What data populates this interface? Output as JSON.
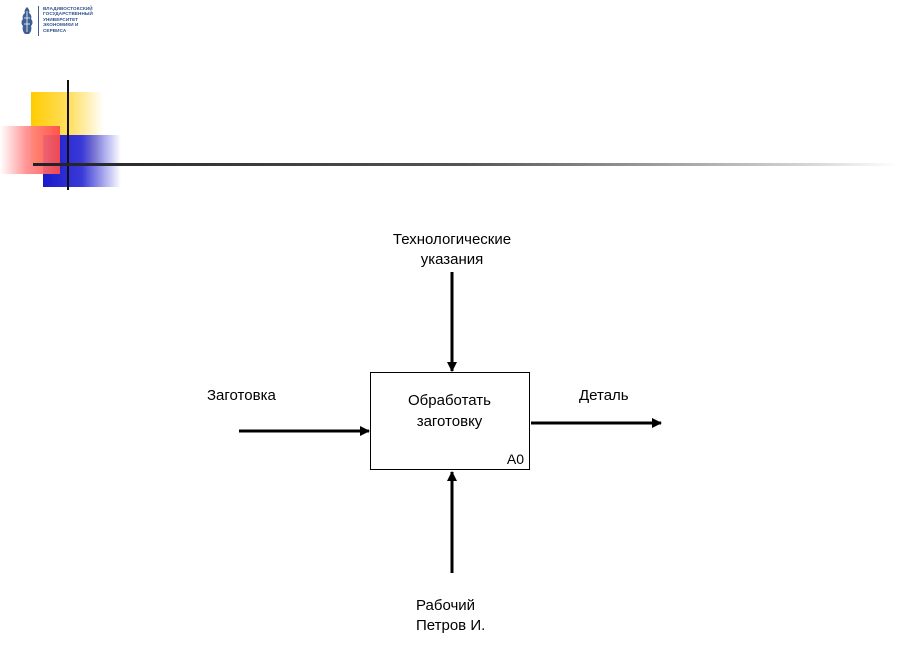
{
  "header": {
    "logo": {
      "icon": "university-emblem-icon",
      "lines": [
        "ВЛАДИВОСТОКСКИЙ",
        "ГОСУДАРСТВЕННЫЙ",
        "УНИВЕРСИТЕТ",
        "ЭКОНОМИКИ И",
        "СЕРВИСА"
      ]
    }
  },
  "diagram": {
    "function": {
      "title_line1": "Обработать",
      "title_line2": "заготовку",
      "id": "A0"
    },
    "control": {
      "line1": "Технологические",
      "line2": "указания"
    },
    "input": {
      "label": "Заготовка"
    },
    "output": {
      "label": "Деталь"
    },
    "mechanism": {
      "line1": "Рабочий",
      "line2": "Петров И."
    }
  },
  "colors": {
    "accent_yellow": "#ffcc00",
    "accent_blue": "#1a1acc",
    "accent_red": "#ff4a4a",
    "logo_blue": "#2c4f8a"
  }
}
